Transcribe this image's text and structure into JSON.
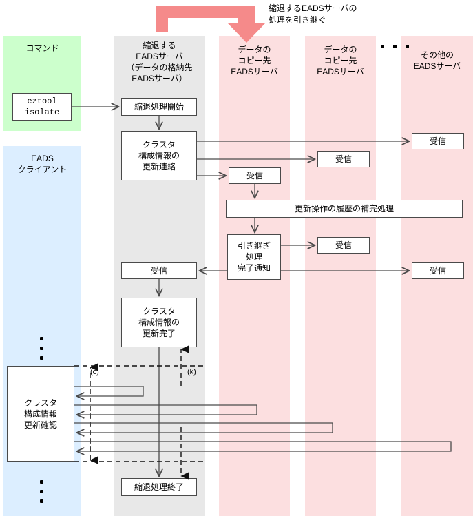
{
  "diagram": {
    "title_note": "縮退するEADSサーバの\n処理を引き継ぐ",
    "colors": {
      "command_lane": "#ccffcc",
      "client_lane": "#dceeff",
      "degrading_lane": "#e8e8e8",
      "server_lane": "#fcdfe0",
      "big_arrow": "#f58a8a",
      "line": "#4a4a4a"
    }
  },
  "lanes": [
    {
      "id": "command",
      "label": "コマンド"
    },
    {
      "id": "client",
      "label": "EADS\nクライアント"
    },
    {
      "id": "degrading",
      "label": "縮退する\nEADSサーバ\n（データの格納先\nEADSサーバ）"
    },
    {
      "id": "copy1",
      "label": "データの\nコピー先\nEADSサーバ"
    },
    {
      "id": "copy2",
      "label": "データの\nコピー先\nEADSサーバ"
    },
    {
      "id": "other",
      "label": "その他の\nEADSサーバ"
    }
  ],
  "nodes": {
    "eztool": "eztool\nisolate",
    "isolate_start": "縮退処理開始",
    "cluster_notify": "クラスタ\n構成情報の\n更新連絡",
    "recv_other_1": "受信",
    "recv_copy2_1": "受信",
    "recv_copy1_1": "受信",
    "history_complete": "更新操作の履歴の補完処理",
    "takeover_notify": "引き継ぎ\n処理\n完了通知",
    "recv_copy2_2": "受信",
    "recv_other_2": "受信",
    "recv_degrading": "受信",
    "cluster_done": "クラスタ\n構成情報の\n更新完了",
    "cluster_check": "クラスタ\n構成情報\n更新確認",
    "isolate_end": "縮退処理終了"
  },
  "markers": {
    "c": "(c)",
    "k": "(k)"
  },
  "ellipsis": {
    "horizontal": "...",
    "vertical": "⋮"
  }
}
